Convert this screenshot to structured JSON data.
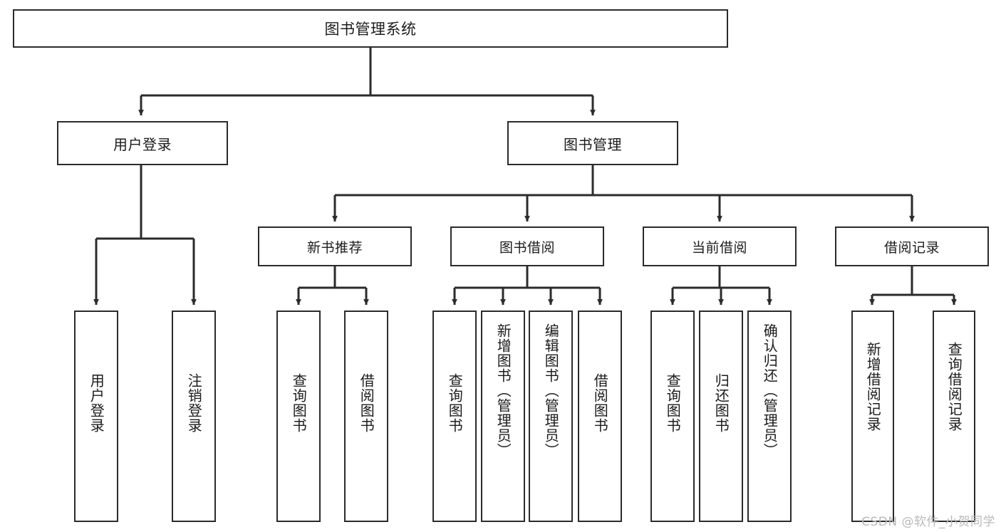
{
  "diagram": {
    "title": "图书管理系统",
    "type": "tree-hierarchy",
    "watermark": "CSDN @软件_小贺同学",
    "colors": {
      "background": "#ffffff",
      "box_border": "#2b2b2b",
      "box_fill": "#ffffff",
      "edge": "#2b2b2b",
      "text": "#1b1b1b",
      "watermark": "#b9b9b9"
    },
    "root": {
      "label": "图书管理系统"
    },
    "level2": [
      {
        "label": "用户登录"
      },
      {
        "label": "图书管理"
      }
    ],
    "level3": [
      {
        "label": "新书推荐"
      },
      {
        "label": "图书借阅"
      },
      {
        "label": "当前借阅"
      },
      {
        "label": "借阅记录"
      }
    ],
    "leaves": {
      "user_login": [
        {
          "label": "用户登录"
        },
        {
          "label": "注销登录"
        }
      ],
      "new_book_recommend": [
        {
          "label": "查询图书"
        },
        {
          "label": "借阅图书"
        }
      ],
      "book_borrow": [
        {
          "label": "查询图书"
        },
        {
          "label": "新增图书（管理员）"
        },
        {
          "label": "编辑图书（管理员）"
        },
        {
          "label": "借阅图书"
        }
      ],
      "current_borrow": [
        {
          "label": "查询图书"
        },
        {
          "label": "归还图书"
        },
        {
          "label": "确认归还（管理员）"
        }
      ],
      "borrow_record": [
        {
          "label": "新增借阅记录"
        },
        {
          "label": "查询借阅记录"
        }
      ]
    }
  }
}
